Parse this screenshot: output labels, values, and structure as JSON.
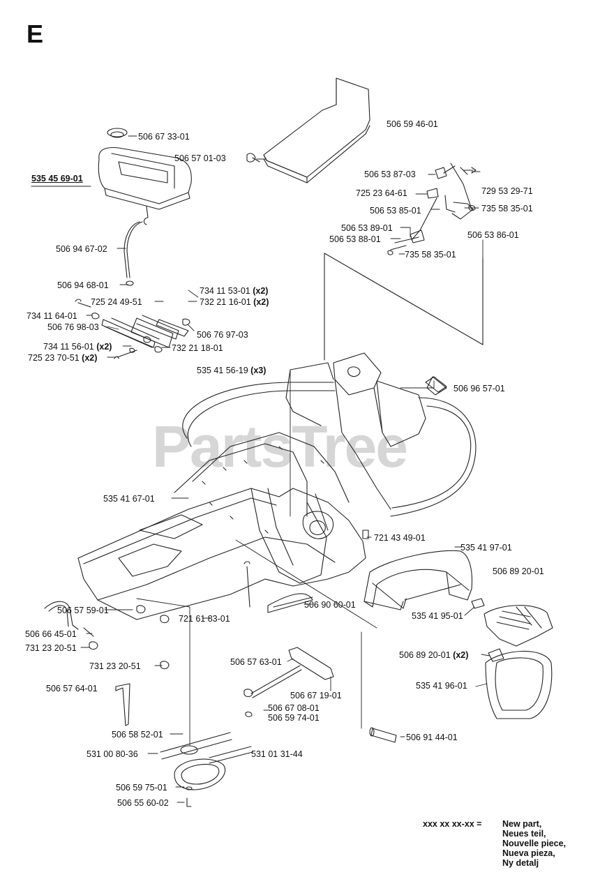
{
  "section_letter": "E",
  "watermark": "PartsTree",
  "highlight_part": "535 45 69-01",
  "labels": [
    {
      "text": "506 67 33-01"
    },
    {
      "text": "506 59 46-01"
    },
    {
      "text": "506 57 01-03"
    },
    {
      "text": "506 53 87-03"
    },
    {
      "text": "725 23 64-61"
    },
    {
      "text": "729 53 29-71"
    },
    {
      "text": "506 53 85-01"
    },
    {
      "text": "735 58 35-01"
    },
    {
      "text": "506 53 89-01"
    },
    {
      "text": "506 53 88-01"
    },
    {
      "text": "506 53 86-01"
    },
    {
      "text": "735 58 35-01"
    },
    {
      "text": "506 94 67-02"
    },
    {
      "text": "506 94 68-01"
    },
    {
      "text": "734 11 53-01",
      "qty": "(x2)"
    },
    {
      "text": "725 24 49-51"
    },
    {
      "text": "732 21 16-01",
      "qty": "(x2)"
    },
    {
      "text": "734 11 64-01"
    },
    {
      "text": "506 76 98-03"
    },
    {
      "text": "506 76 97-03"
    },
    {
      "text": "734 11 56-01",
      "qty": "(x2)"
    },
    {
      "text": "732 21 18-01"
    },
    {
      "text": "725 23 70-51",
      "qty": "(x2)"
    },
    {
      "text": "535 41 56-19",
      "qty": "(x3)"
    },
    {
      "text": "506 96 57-01"
    },
    {
      "text": "535 41 67-01"
    },
    {
      "text": "721 43 49-01"
    },
    {
      "text": "535 41 97-01"
    },
    {
      "text": "506 89 20-01"
    },
    {
      "text": "506 90 60-01"
    },
    {
      "text": "535 41 95-01"
    },
    {
      "text": "506 57 59-01"
    },
    {
      "text": "721 61 83-01"
    },
    {
      "text": "506 66 45-01"
    },
    {
      "text": "731 23 20-51"
    },
    {
      "text": "506 89 20-01",
      "qty": "(x2)"
    },
    {
      "text": "506 57 63-01"
    },
    {
      "text": "731 23 20-51"
    },
    {
      "text": "535 41 96-01"
    },
    {
      "text": "506 57 64-01"
    },
    {
      "text": "506 67 19-01"
    },
    {
      "text": "506 67 08-01"
    },
    {
      "text": "506 59 74-01"
    },
    {
      "text": "506 58 52-01"
    },
    {
      "text": "506 91 44-01"
    },
    {
      "text": "531 00 80-36"
    },
    {
      "text": "531 01 31-44"
    },
    {
      "text": "506 59 75-01"
    },
    {
      "text": "506 55 60-02"
    }
  ],
  "legend": {
    "code": "xxx xx xx-xx  =",
    "lines": [
      "New part,",
      "Neues teil,",
      "Nouvelle piece,",
      "Nueva pieza,",
      "Ny detalj"
    ]
  }
}
